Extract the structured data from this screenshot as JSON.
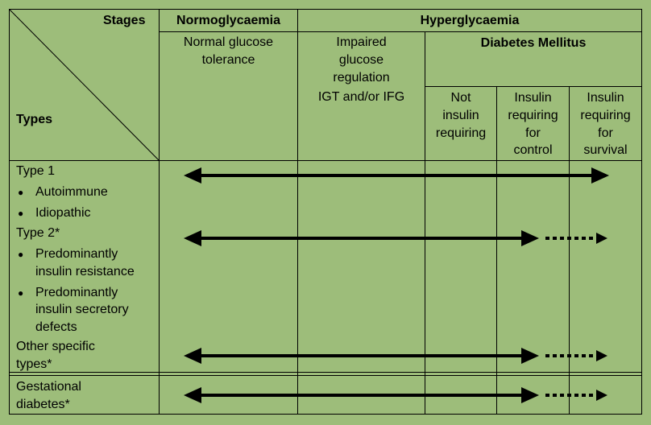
{
  "header": {
    "stages_label": "Stages",
    "types_label": "Types",
    "normoglycaemia": "Normoglycaemia",
    "hyperglycaemia": "Hyperglycaemia",
    "normal_glucose_tolerance": [
      "Normal glucose",
      "tolerance"
    ],
    "impaired_glucose_regulation": [
      "Impaired",
      "glucose",
      "regulation"
    ],
    "igt_ifg": "IGT and/or IFG",
    "diabetes_mellitus": "Diabetes Mellitus",
    "not_insulin_requiring": [
      "Not",
      "insulin",
      "requiring"
    ],
    "insulin_requiring_control": [
      "Insulin",
      "requiring",
      "for",
      "control"
    ],
    "insulin_requiring_survival": [
      "Insulin",
      "requiring",
      "for",
      "survival"
    ]
  },
  "types": {
    "type1": "Type 1",
    "autoimmune": "Autoimmune",
    "idiopathic": "Idiopathic",
    "type2": "Type 2*",
    "insulin_resistance": [
      "Predominantly",
      "insulin resistance"
    ],
    "secretory_defects": [
      "Predominantly",
      "insulin secretory",
      "defects"
    ],
    "other_specific": [
      "Other specific",
      "types*"
    ],
    "gestational": [
      "Gestational",
      "diabetes*"
    ]
  },
  "colors": {
    "background": "#9dbd7a",
    "lines": "#000000"
  }
}
